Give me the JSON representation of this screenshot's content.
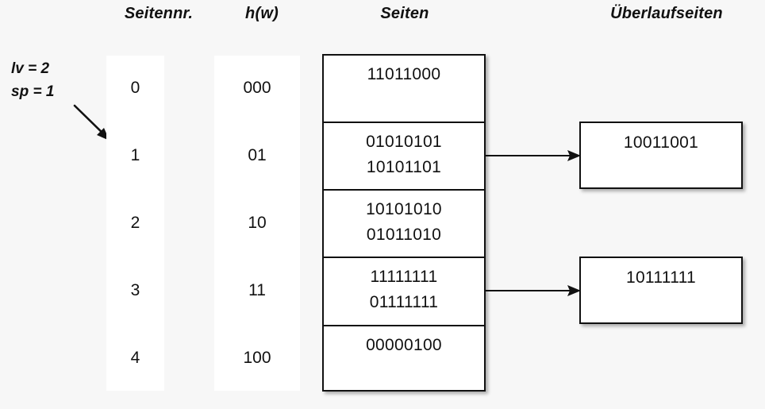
{
  "headers": {
    "seitennr": "Seitennr.",
    "hw": "h(w)",
    "seiten": "Seiten",
    "ueberlaufseiten": "Überlaufseiten"
  },
  "params": {
    "lv": "lv = 2",
    "sp": "sp = 1"
  },
  "colors": {
    "background": "#f7f7f7",
    "stroke": "#111111",
    "box_fill": "#ffffff"
  },
  "page_numbers": [
    "0",
    "1",
    "2",
    "3",
    "4"
  ],
  "hash_values": [
    "000",
    "01",
    "10",
    "11",
    "100"
  ],
  "pages": [
    {
      "records": [
        "11011000"
      ]
    },
    {
      "records": [
        "01010101",
        "10101101"
      ]
    },
    {
      "records": [
        "10101010",
        "01011010"
      ]
    },
    {
      "records": [
        "11111111",
        "01111111"
      ]
    },
    {
      "records": [
        "00000100"
      ]
    }
  ],
  "overflow_pages": [
    {
      "from_page": "1",
      "records": [
        "10011001"
      ]
    },
    {
      "from_page": "3",
      "records": [
        "10111111"
      ]
    }
  ],
  "icons": {
    "param_pointer": "diagonal-arrow-icon",
    "connector": "right-arrow-icon"
  }
}
